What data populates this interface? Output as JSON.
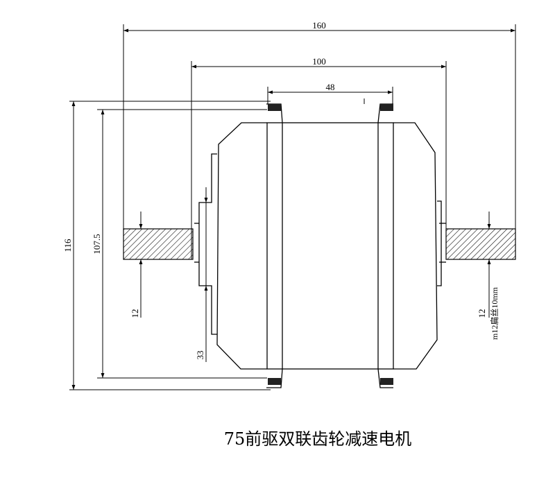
{
  "dimensions": {
    "overall_width": "160",
    "flange_spacing": "100",
    "hub_width": "48",
    "overall_height": "116",
    "flange_diameter": "107.5",
    "axle_left": "12",
    "bearing_seat": "33",
    "axle_right": "12",
    "thread_note": "m12扁丝10mm"
  },
  "caption": "75前驱双联齿轮减速电机"
}
